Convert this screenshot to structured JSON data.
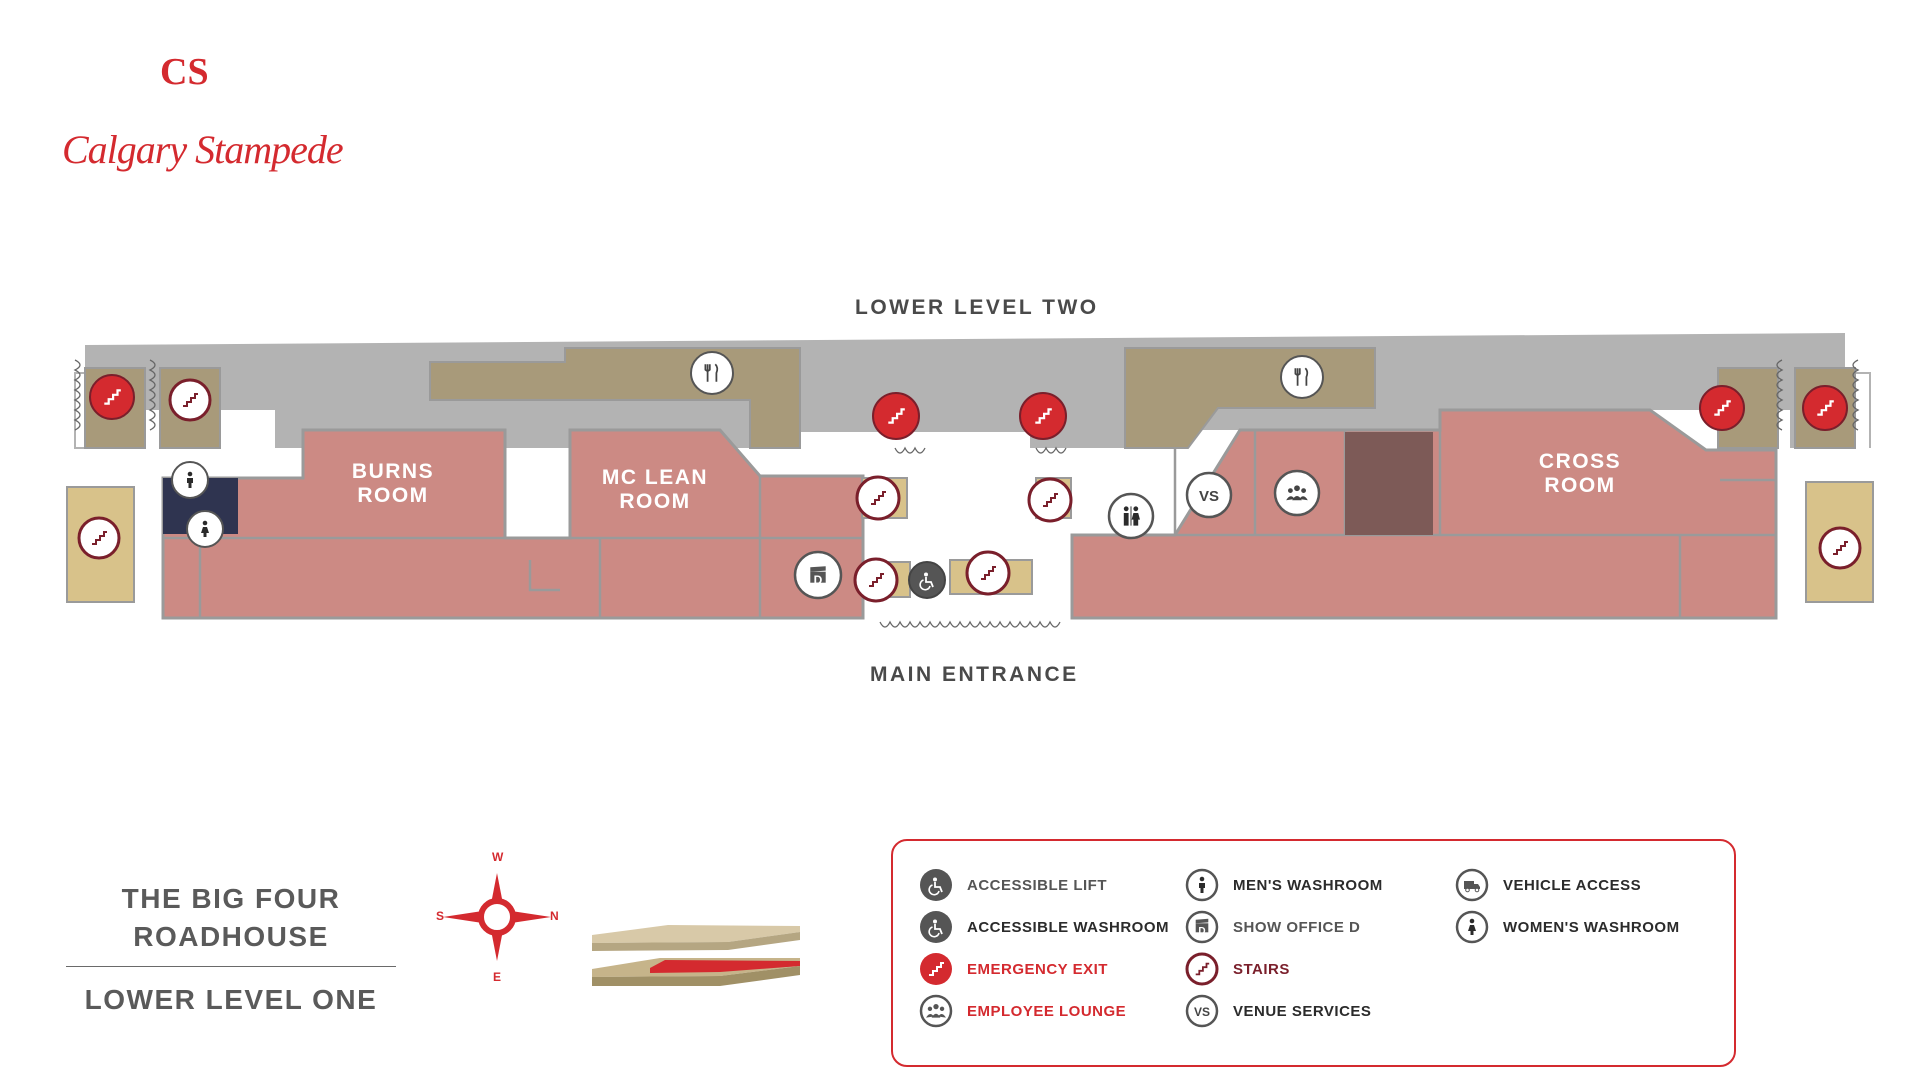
{
  "brand": {
    "monogram": "CS",
    "name": "Calgary Stampede"
  },
  "map": {
    "label_top": "LOWER LEVEL TWO",
    "label_bottom": "MAIN ENTRANCE",
    "rooms": {
      "burns": [
        "BURNS",
        "ROOM"
      ],
      "mclean": [
        "MC LEAN",
        "ROOM"
      ],
      "cross": [
        "CROSS",
        "ROOM"
      ]
    }
  },
  "title": {
    "line1": "THE BIG FOUR",
    "line2": "ROADHOUSE",
    "level": "LOWER LEVEL ONE"
  },
  "compass": {
    "top": "W",
    "bottom": "E",
    "left": "S",
    "right": "N"
  },
  "legend": {
    "items": [
      {
        "label": "ACCESSIBLE LIFT",
        "icon": "accessible-lift-icon",
        "color": "#555555"
      },
      {
        "label": "ACCESSIBLE WASHROOM",
        "icon": "accessible-washroom-icon",
        "color": "#2b2b2b"
      },
      {
        "label": "EMERGENCY EXIT",
        "icon": "emergency-exit-icon",
        "color": "#d42a2f"
      },
      {
        "label": "EMPLOYEE LOUNGE",
        "icon": "employee-lounge-icon",
        "color": "#d42a2f"
      },
      {
        "label": "MEN'S WASHROOM",
        "icon": "mens-washroom-icon",
        "color": "#2b2b2b"
      },
      {
        "label": "SHOW OFFICE D",
        "icon": "show-office-d-icon",
        "color": "#555555"
      },
      {
        "label": "STAIRS",
        "icon": "stairs-icon",
        "color": "#7a1f2b"
      },
      {
        "label": "VENUE SERVICES",
        "icon": "venue-services-icon",
        "color": "#2b2b2b"
      },
      {
        "label": "VEHICLE ACCESS",
        "icon": "vehicle-access-icon",
        "color": "#2b2b2b"
      },
      {
        "label": "WOMEN'S WASHROOM",
        "icon": "womens-washroom-icon",
        "color": "#2b2b2b"
      }
    ]
  },
  "colors": {
    "accent": "#d42a2f",
    "room_fill": "#cc8a84",
    "corridor": "#b3b3b3",
    "service": "#a89a7a",
    "stairwell": "#d8c28a",
    "dark_room": "#7d5a57",
    "washroom": "#2f3450",
    "stairs_ring": "#7a1f2b"
  }
}
